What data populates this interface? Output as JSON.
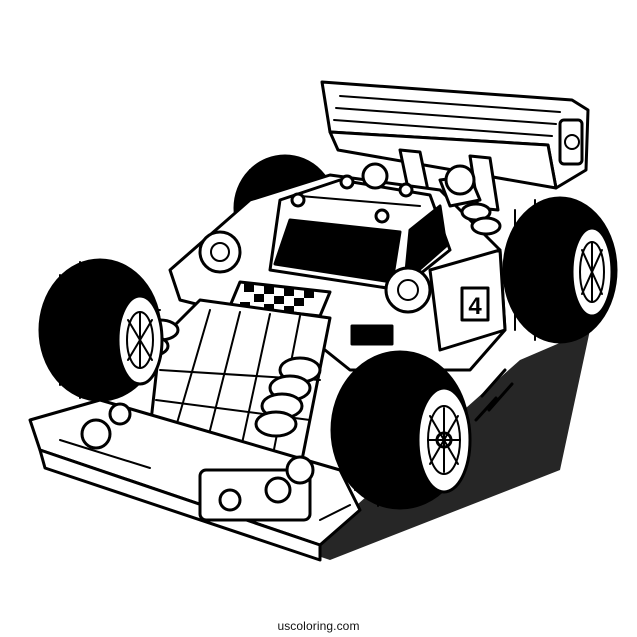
{
  "illustration": {
    "subject": "lego-style-race-car-line-art",
    "ink_color": "#000000",
    "paper_color": "#ffffff",
    "car_number": "4"
  },
  "watermark": {
    "text": "uscoloring.com"
  }
}
